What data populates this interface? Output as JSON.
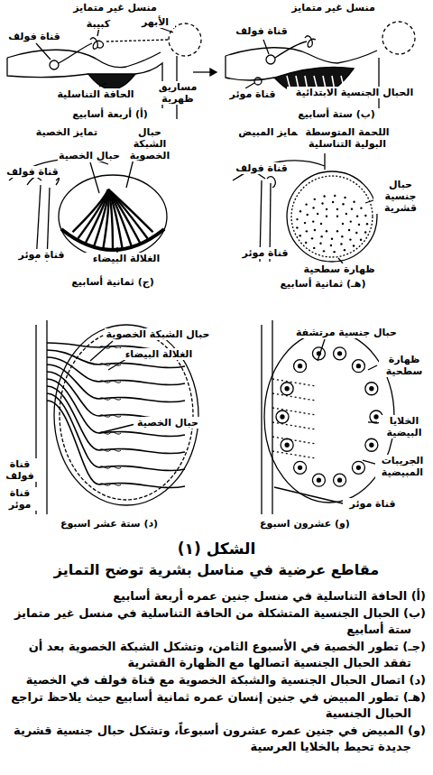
{
  "diagram": {
    "title": "الشكل (١)",
    "caption": "مقاطع عرضية في مناسل بشرية توضح التمايز",
    "labels": [
      "منسل غير متمايز",
      "الأبهر",
      "كبيبة",
      "قناة فولف",
      "الحافة التناسلية",
      "مساريق ظهرية",
      "(أ) أربعة أسابيع",
      "منسل غير متمايز",
      "قناة فولف",
      "قناة موئر",
      "الحبال الجنسية الابتدائية",
      "(ب) ستة أسابيع",
      "تمايز الخصية",
      "حبال الشبكة الخصوية",
      "حبال الخصية",
      "قناة فولف",
      "قناة موئر",
      "الغلالة البيضاء",
      "(ج) ثمانية أسابيع",
      "تمايز المبيض",
      "اللحمة المتوسطة البولية التناسلية",
      "قناة فولف",
      "حبال جنسية قشرية",
      "قناة موئر",
      "ظهارة سطحية",
      "(هـ) ثمانية أسابيع",
      "حبال الشبكة الخصوية",
      "الغلالة البيضاء",
      "حبال الخصية",
      "قناة فولف",
      "قناة موئر",
      "(د) ستة عشر اسبوع",
      "حبال جنسية مرتشفة",
      "ظهارة سطحية",
      "الخلايا البيضية",
      "الجريبات المبيضية",
      "قناة موئر",
      "(و) عشرون اسبوع",
      "(أ) الحافة التناسلية في منسل جنين عمره أربعة أسابيع",
      "(ب) الحبال الجنسية المتشكلة من الحافة التناسلية في منسل غير متمايز ستة أسابيع",
      "(جـ) تطور الخصية في الأسبوع الثامن، وتشكل الشبكة الخصوية بعد أن تفقد الحبال الجنسية اتصالها مع الظهارة القشرية",
      "(د) اتصال الحبال الجنسية والشبكة الخصوية مع قناة فولف في الخصية",
      "(هـ) تطور المبيض في جنين إنسان عمره ثمانية أسابيع حيث يلاحظ تراجع الحبال الجنسية",
      "(و) المبيض في جنين عمره عشرون أسبوعاً، وتشكل حبال جنسية قشرية جديدة تحيط بالخلايا العرسية"
    ]
  }
}
